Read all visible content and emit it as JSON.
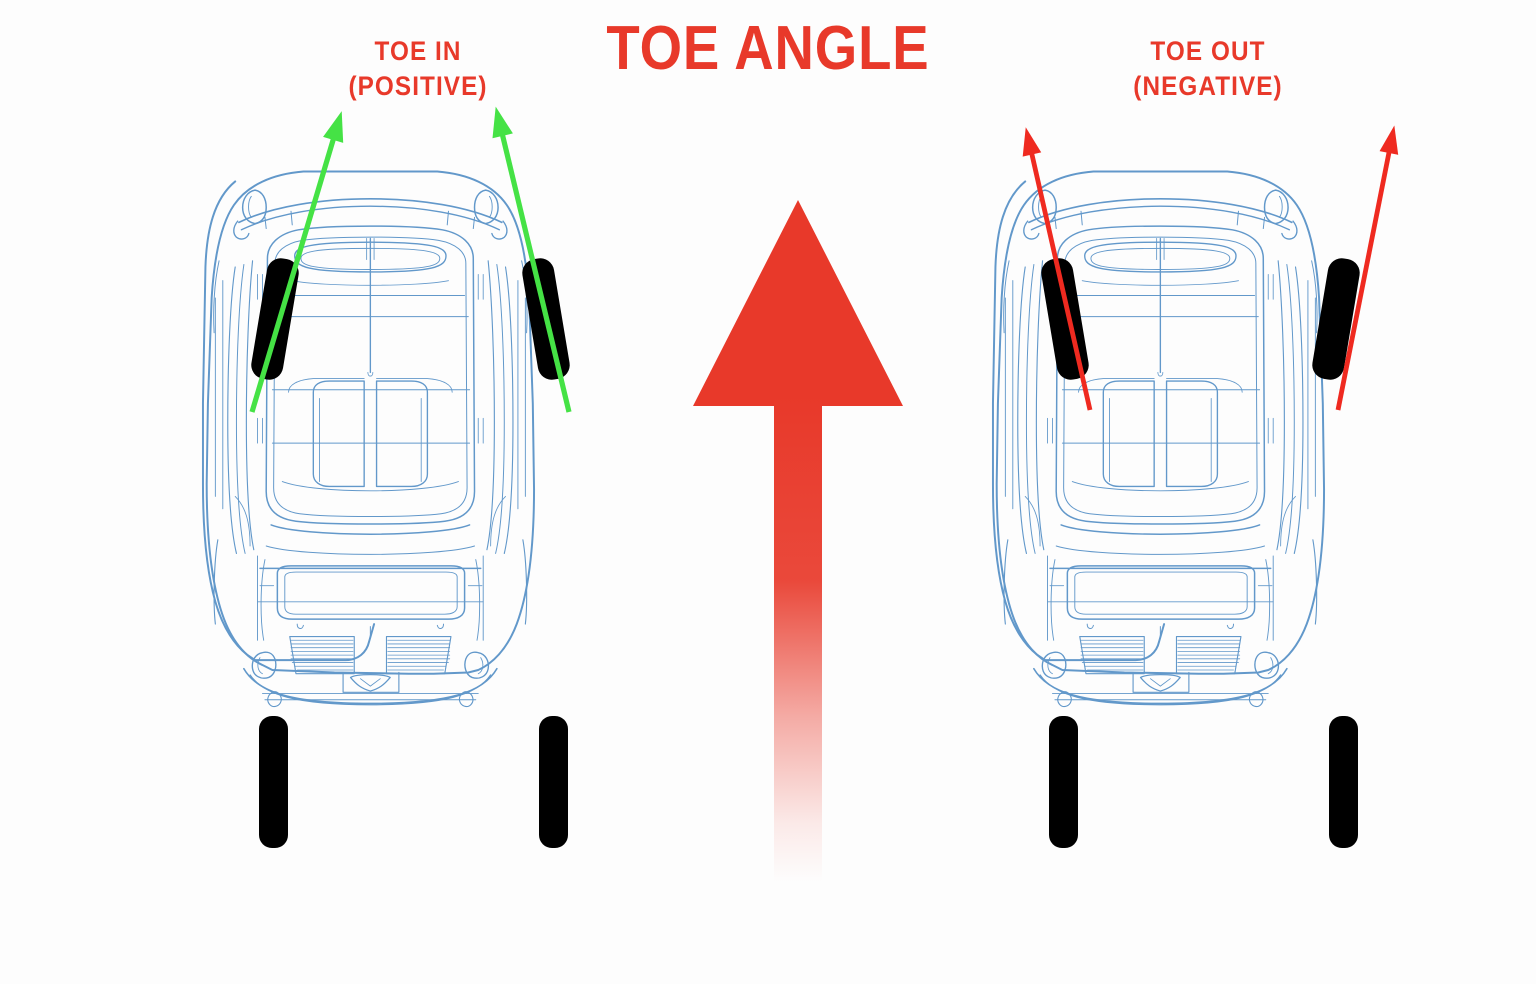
{
  "page": {
    "background_color": "#fdfdfd",
    "title": "TOE ANGLE",
    "title_color": "#e8392a"
  },
  "left_panel": {
    "label_line1": "TOE IN",
    "label_line2": "(POSITIVE)",
    "label_color": "#e8392a",
    "arrow_color": "#45e245",
    "tire_color": "#000000",
    "car_line_color": "#5a93c8",
    "condition": "toe-in",
    "sign": "positive",
    "front_wheel_top_direction": "inward",
    "arrows": "two green arrows converging forward"
  },
  "right_panel": {
    "label_line1": "TOE OUT",
    "label_line2": "(NEGATIVE)",
    "label_color": "#e8392a",
    "arrow_color": "#ef2a20",
    "tire_color": "#000000",
    "car_line_color": "#5a93c8",
    "condition": "toe-out",
    "sign": "negative",
    "front_wheel_top_direction": "outward",
    "arrows": "two red arrows diverging forward"
  },
  "center": {
    "arrow_name": "direction-of-travel-arrow",
    "arrow_color": "#e8392a",
    "arrow_direction": "up",
    "arrow_fade": "fades to white at bottom"
  }
}
